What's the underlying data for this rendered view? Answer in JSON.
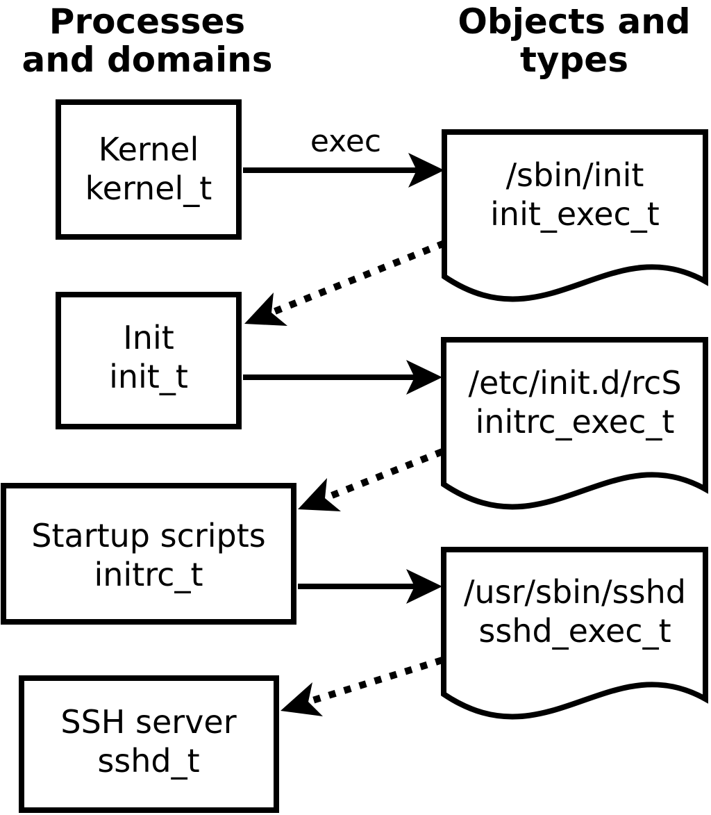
{
  "diagram": {
    "columns": {
      "left": {
        "line1": "Processes",
        "line2": "and domains"
      },
      "right": {
        "line1": "Objects and",
        "line2": "types"
      }
    },
    "processes": [
      {
        "name": "Kernel",
        "domain": "kernel_t"
      },
      {
        "name": "Init",
        "domain": "init_t"
      },
      {
        "name": "Startup scripts",
        "domain": "initrc_t"
      },
      {
        "name": "SSH server",
        "domain": "sshd_t"
      }
    ],
    "objects": [
      {
        "path": "/sbin/init",
        "type": "init_exec_t"
      },
      {
        "path": "/etc/init.d/rcS",
        "type": "initrc_exec_t"
      },
      {
        "path": "/usr/sbin/sshd",
        "type": "sshd_exec_t"
      }
    ],
    "edges": {
      "exec_label": "exec",
      "solid": [
        {
          "from": "kernel_t",
          "to": "init_exec_t"
        },
        {
          "from": "init_t",
          "to": "initrc_exec_t"
        },
        {
          "from": "initrc_t",
          "to": "sshd_exec_t"
        }
      ],
      "dotted": [
        {
          "from": "init_exec_t",
          "to": "init_t"
        },
        {
          "from": "initrc_exec_t",
          "to": "initrc_t"
        },
        {
          "from": "sshd_exec_t",
          "to": "sshd_t"
        }
      ]
    },
    "colors": {
      "foreground": "#000000",
      "background": "#ffffff"
    }
  }
}
